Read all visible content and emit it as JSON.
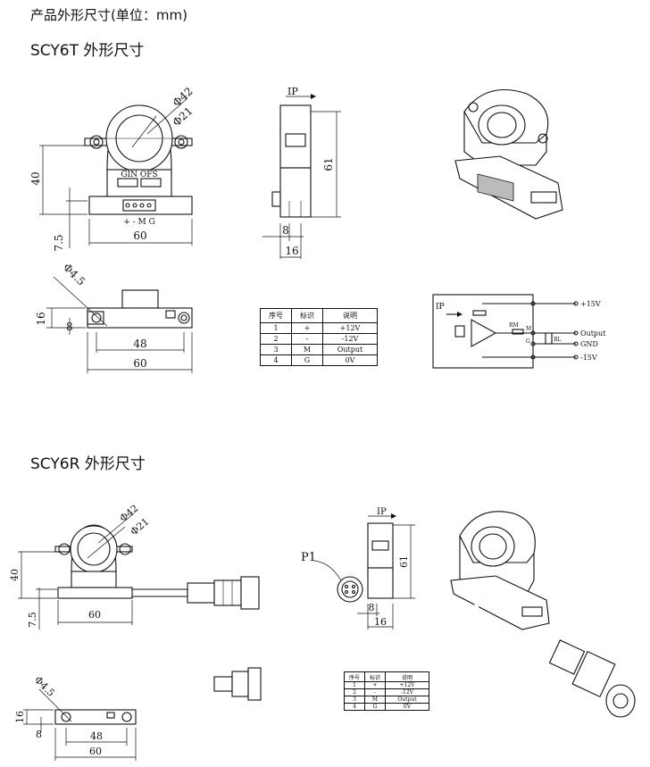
{
  "header": "产品外形尺寸(单位：mm)",
  "sections": [
    {
      "title": "SCY6T 外形尺寸",
      "front": {
        "dia_outer": "Φ42",
        "dia_inner": "Φ21",
        "height": "40",
        "base": "7.5",
        "width": "60",
        "label_gin_ofs": "GIN OFS",
        "pins": "+ - M G"
      },
      "side": {
        "ip": "IP",
        "height": "61",
        "w1": "8",
        "w2": "16"
      },
      "bottom": {
        "hole": "Φ4.5",
        "h1": "16",
        "h2": "8",
        "w1": "48",
        "w2": "60"
      },
      "pin_table": {
        "headers": [
          "序号",
          "标识",
          "说明"
        ],
        "rows": [
          [
            "1",
            "+",
            "+12V"
          ],
          [
            "2",
            "-",
            "-12V"
          ],
          [
            "3",
            "M",
            "Output"
          ],
          [
            "4",
            "G",
            "0V"
          ]
        ]
      },
      "circuit": {
        "ip": "IP",
        "plus15": "+15V",
        "output": "Output",
        "gnd": "GND",
        "minus15": "-15V",
        "rm": "RM",
        "rl": "RL",
        "m": "M",
        "g": "G"
      }
    },
    {
      "title": "SCY6R 外形尺寸",
      "front": {
        "dia_outer": "Φ42",
        "dia_inner": "Φ21",
        "height": "40",
        "base": "7.5",
        "width": "60"
      },
      "side": {
        "ip": "IP",
        "p1": "P1",
        "height": "61",
        "w1": "8",
        "w2": "16"
      },
      "bottom": {
        "hole": "Φ4.5",
        "h1": "16",
        "h2": "8",
        "w1": "48",
        "w2": "60"
      },
      "pin_table": {
        "headers": [
          "序号",
          "标识",
          "说明"
        ],
        "rows": [
          [
            "1",
            "+",
            "+12V"
          ],
          [
            "2",
            "-",
            "-12V"
          ],
          [
            "3",
            "M",
            "Output"
          ],
          [
            "4",
            "G",
            "0V"
          ]
        ]
      }
    }
  ]
}
